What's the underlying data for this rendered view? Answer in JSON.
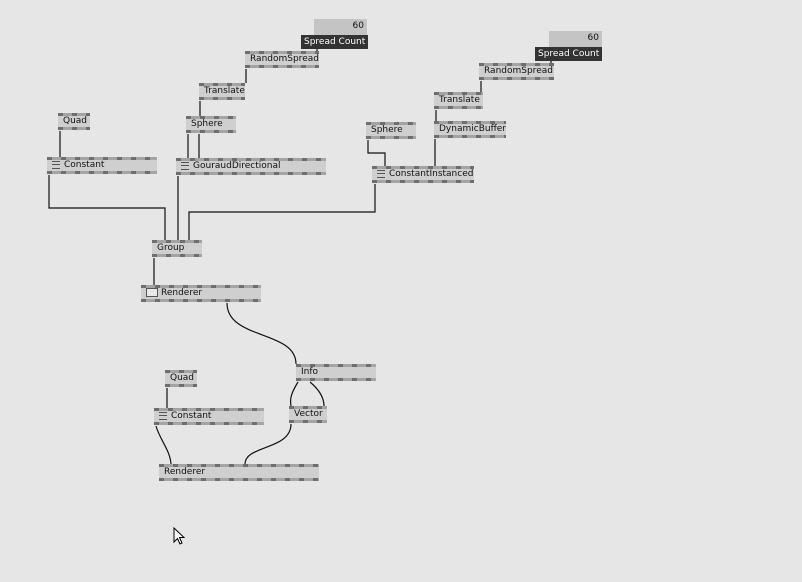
{
  "left_chain": {
    "iobox_value": "60",
    "iobox_label": "Spread Count",
    "random_spread": "RandomSpread",
    "translate": "Translate",
    "sphere": "Sphere",
    "quad": "Quad",
    "constant": "Constant",
    "gouraud": "GouraudDirectional",
    "group": "Group",
    "renderer": "Renderer"
  },
  "right_chain": {
    "iobox_value": "60",
    "iobox_label": "Spread Count",
    "random_spread": "RandomSpread",
    "translate": "Translate",
    "dynamic_buffer": "DynamicBuffer",
    "sphere": "Sphere",
    "constant_instanced": "ConstantInstanced"
  },
  "bottom": {
    "info": "Info",
    "vector": "Vector",
    "quad": "Quad",
    "constant": "Constant",
    "renderer": "Renderer"
  }
}
